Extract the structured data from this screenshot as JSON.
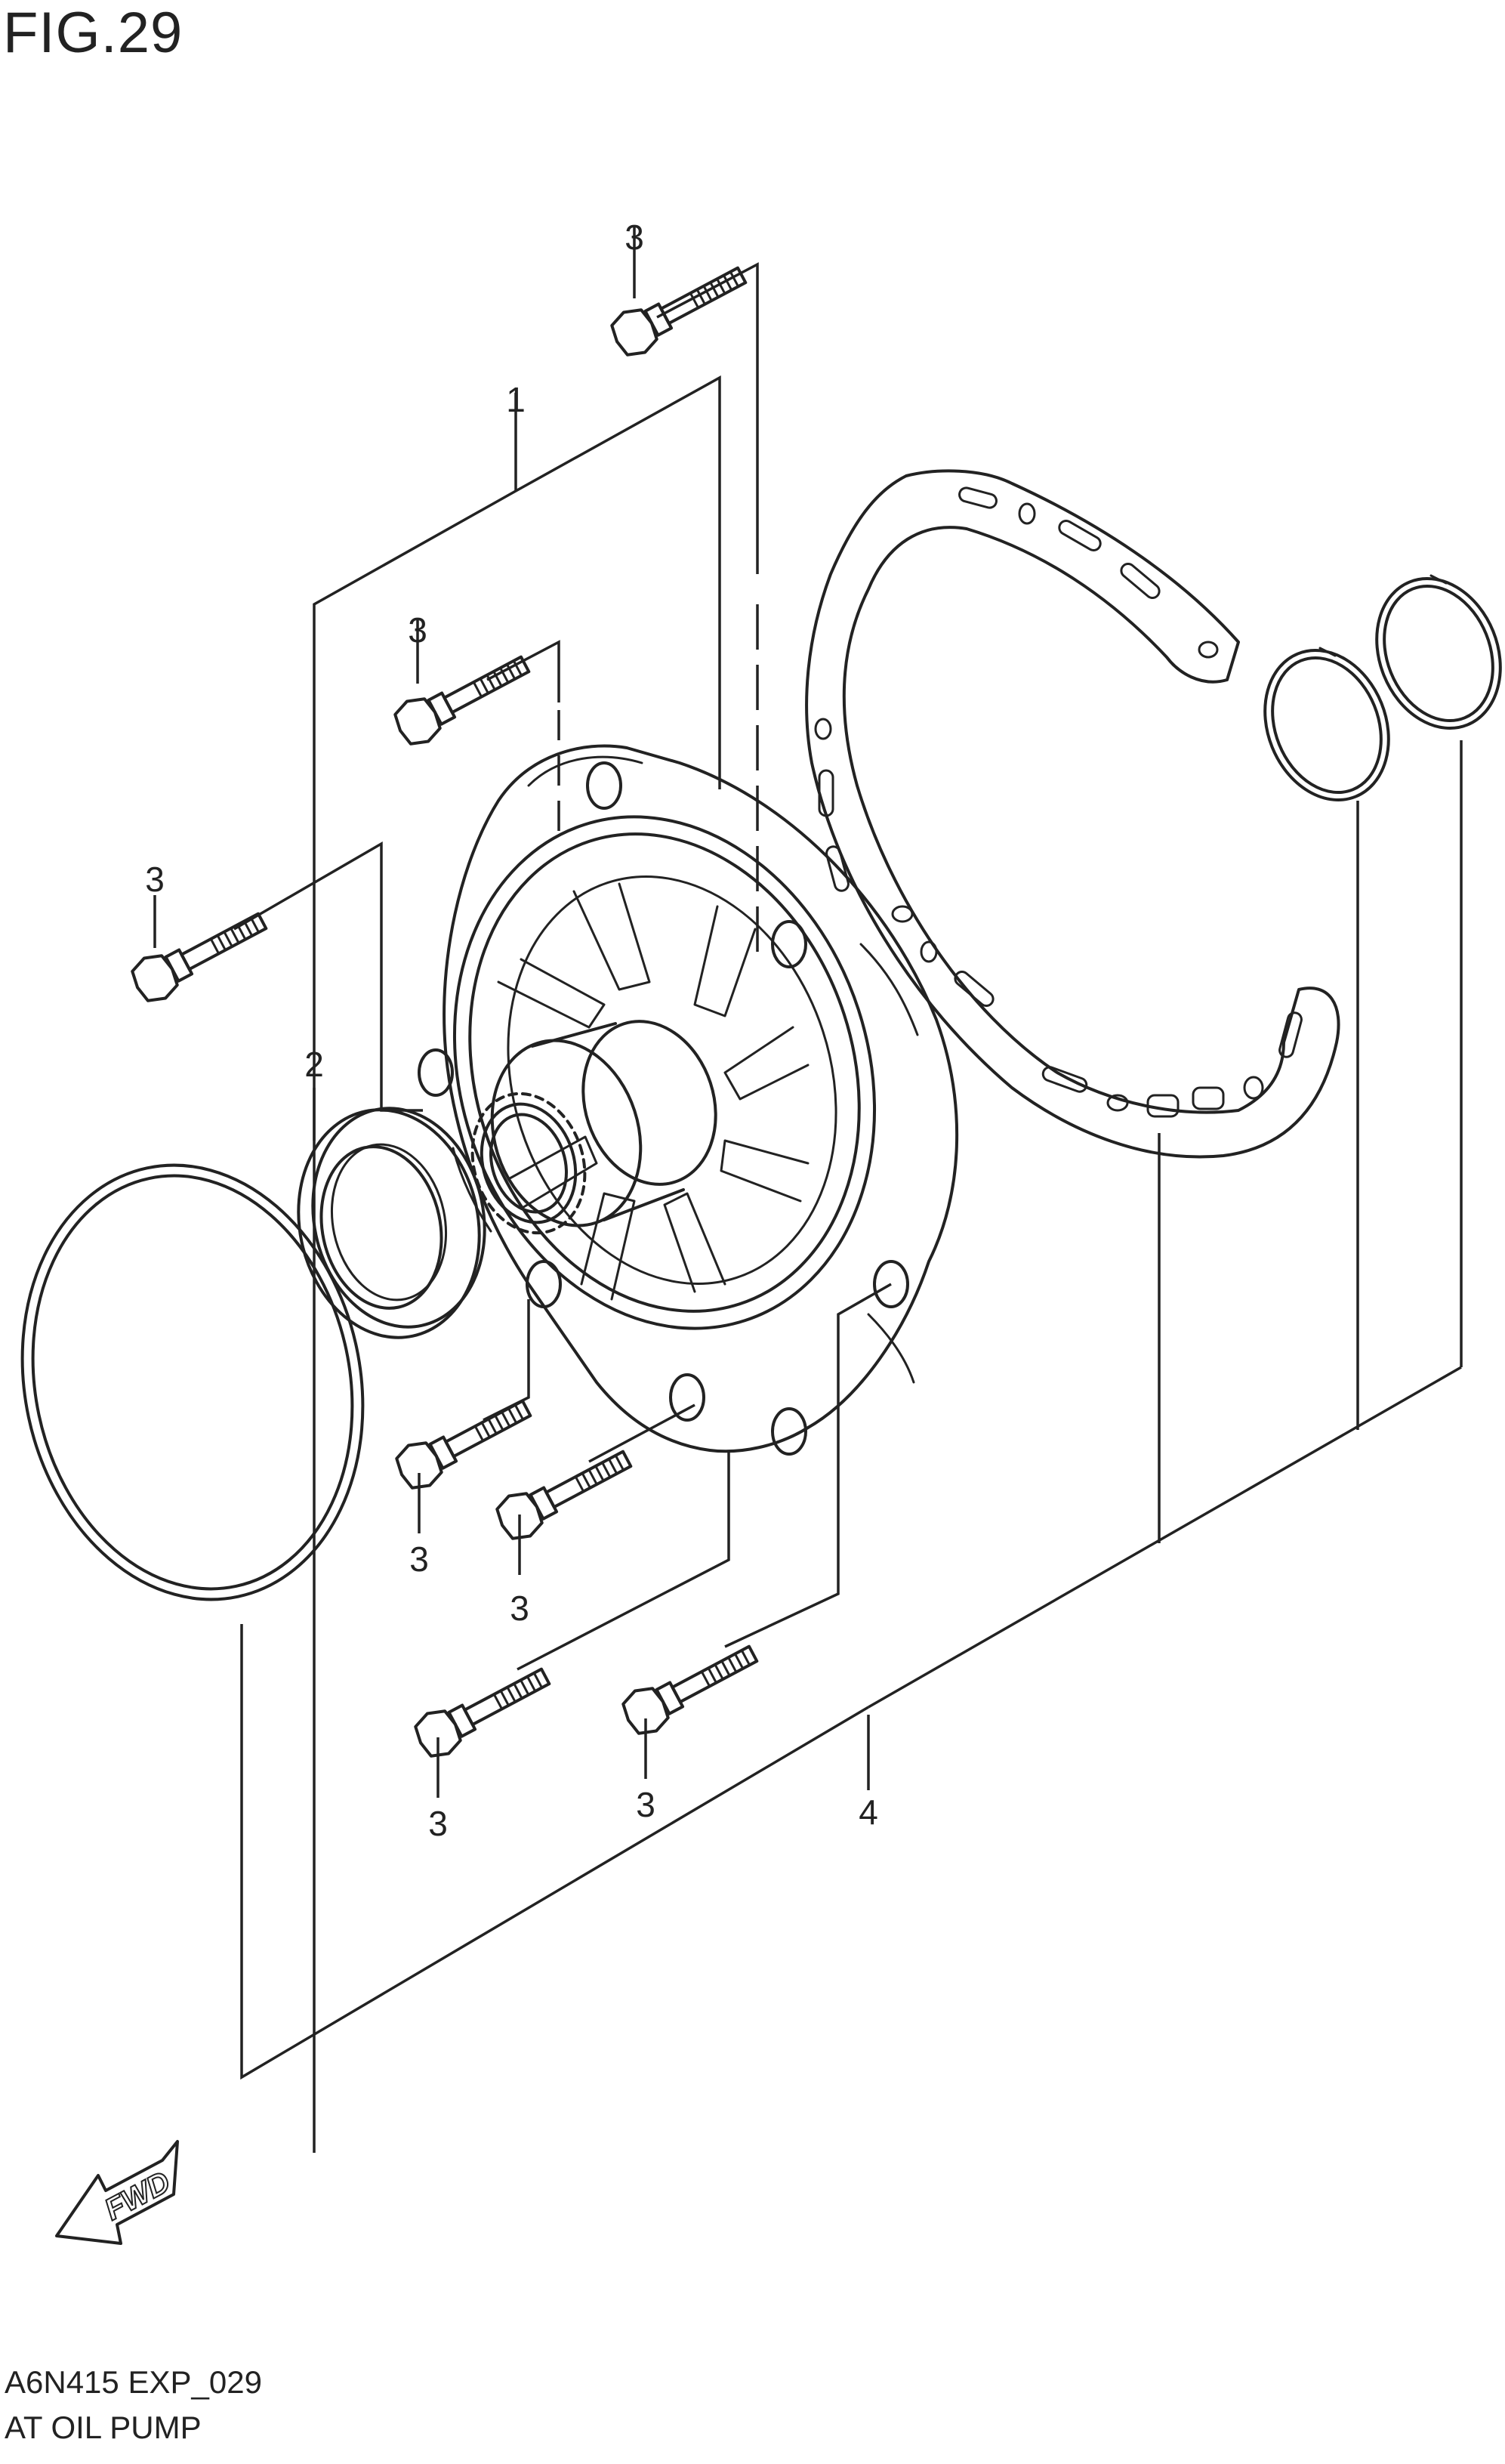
{
  "figure": {
    "title": "FIG.29",
    "code": "A6N415 EXP_029",
    "description": "AT OIL PUMP",
    "direction_label": "FWD"
  },
  "callouts": [
    {
      "id": "c3-top",
      "label": "3"
    },
    {
      "id": "c1",
      "label": "1"
    },
    {
      "id": "c3-upper",
      "label": "3"
    },
    {
      "id": "c3-left",
      "label": "3"
    },
    {
      "id": "c2",
      "label": "2"
    },
    {
      "id": "c3-lower-a",
      "label": "3"
    },
    {
      "id": "c3-lower-b",
      "label": "3"
    },
    {
      "id": "c3-bottom-a",
      "label": "3"
    },
    {
      "id": "c3-bottom-b",
      "label": "3"
    },
    {
      "id": "c4",
      "label": "4"
    }
  ]
}
